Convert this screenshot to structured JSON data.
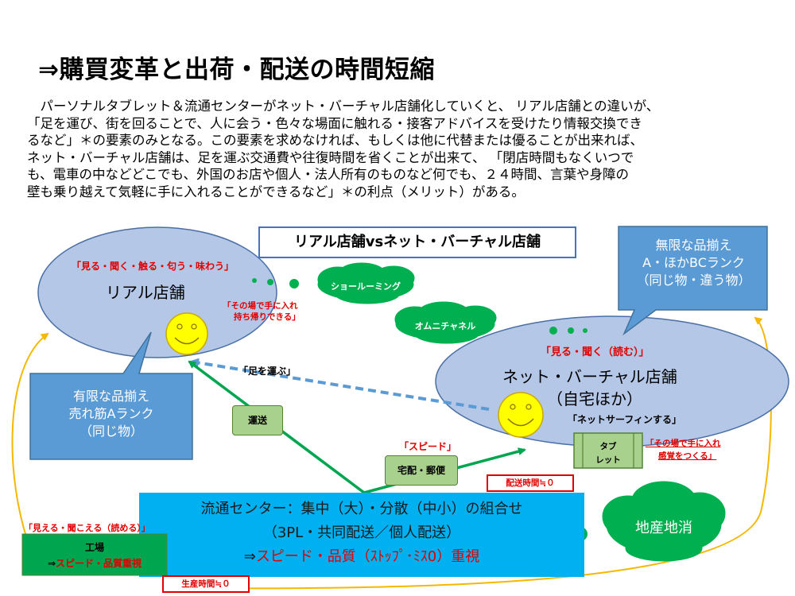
{
  "title": "⇒購買変革と出荷・配送の時間短縮",
  "body_lines": [
    "　パーソナルタブレット＆流通センターがネット・バーチャル店舗化していくと、 リアル店舗との違いが、",
    "「足を運び、街を回ることで、人に会う・色々な場面に触れる・接客アドバイスを受けたり情報交換でき",
    "るなど」＊の要素のみとなる。この要素を求めなければ、もしくは他に代替または優ることが出来れば、",
    "ネット・バーチャル店舗は、足を運ぶ交通費や往復時間を省くことが出来て、 「閉店時間もなくいつで",
    "も、電車の中などどこでも、外国のお店や個人・法人所有のものなど何でも、２４時間、言葉や身障の",
    "壁も乗り越えて気軽に手に入れることができるなど」＊の利点（メリット）がある。"
  ],
  "diagram": {
    "header": "リアル店舗vsネット・バーチャル店舗",
    "real_store": {
      "senses": "「見る・聞く・触る・匂う・味わう」",
      "name": "リアル店舗",
      "note1": "「その場で手に入れ",
      "note2": "持ち帰りできる」"
    },
    "net_store": {
      "senses": "「見る・聞く（読む）」",
      "name": "ネット・バーチャル店舗",
      "sub": "（自宅ほか）",
      "surf": "「ネットサーフィンする」"
    },
    "callout_left": [
      "有限な品揃え",
      "売れ筋Aランク",
      "（同じ物）"
    ],
    "callout_right": [
      "無限な品揃え",
      "A・ほかBCランク",
      "（同じ物・違う物）"
    ],
    "cloud_showrooming": "ショールーミング",
    "cloud_omni": "オムニチャネル",
    "cloud_local": "地産地消",
    "walk_label": "「足を運ぶ」",
    "transport_label": "運送",
    "speed_label": "「スピード」",
    "delivery_label": "宅配・郵便",
    "delivery_time": "配送時間≒０",
    "tablet_line1": "タブ",
    "tablet_line2": "レット",
    "tablet_note1": "「その場で手に入れ",
    "tablet_note2": "感覚をつくる」",
    "dc_line1": "流通センター：集中（大）・分散（中小）の組合せ",
    "dc_line2": "（3PL・共同配送／個人配送）",
    "dc_line3_prefix": "⇒",
    "dc_line3": "スピード・品質（ｽﾄｯﾌﾟ･ﾐｽ0）重視",
    "factory_senses": "「見える・聞こえる（読める）」",
    "factory_name": "工場",
    "factory_line_prefix": "⇒",
    "factory_line": "スピード・品質重視",
    "production_time": "生産時間≒０",
    "colors": {
      "ellipse": "#b4c7e7",
      "callout": "#5b9bd5",
      "cloud": "#00b050",
      "dc": "#00b0f0",
      "factory": "#00a550",
      "arrow_green": "#00a550",
      "arrow_dashed": "#5b9bd5",
      "arrow_yellow": "#f5b800",
      "red": "#e00000"
    }
  }
}
